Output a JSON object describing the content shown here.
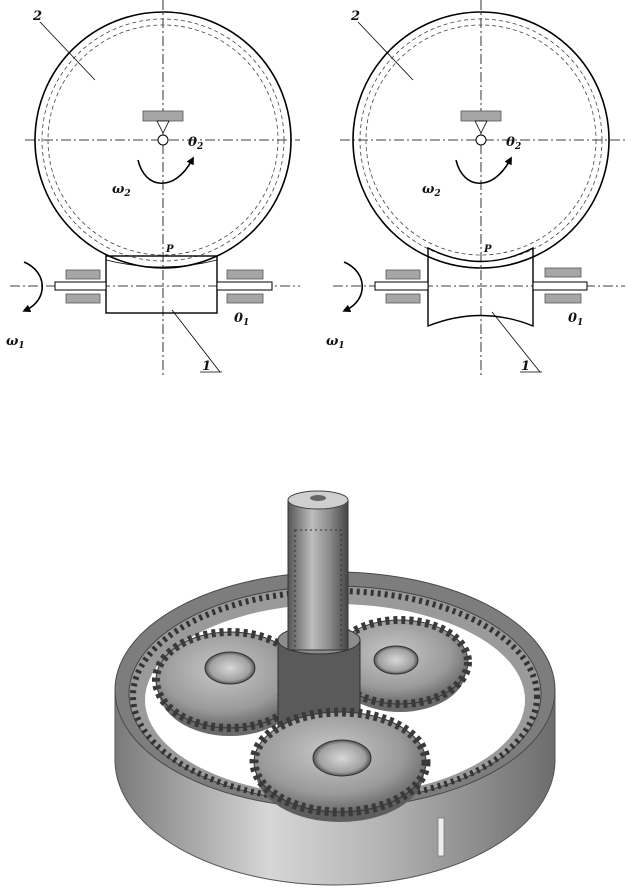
{
  "diagrams": [
    {
      "label_gear": "2",
      "label_pinion": "1",
      "label_center_gear": "0",
      "label_center_gear_sub": "2",
      "label_center_pinion": "0",
      "label_center_pinion_sub": "1",
      "label_omega_gear": "ω",
      "label_omega_gear_sub": "2",
      "label_omega_pinion": "ω",
      "label_omega_pinion_sub": "1",
      "label_pitch_point": "P",
      "pinion_shape": "cylindrical"
    },
    {
      "label_gear": "2",
      "label_pinion": "1",
      "label_center_gear": "0",
      "label_center_gear_sub": "2",
      "label_center_pinion": "0",
      "label_center_pinion_sub": "1",
      "label_omega_gear": "ω",
      "label_omega_gear_sub": "2",
      "label_omega_pinion": "ω",
      "label_omega_pinion_sub": "1",
      "label_pitch_point": "P",
      "pinion_shape": "globoid"
    }
  ],
  "photo": {
    "subject": "planetary gear set",
    "planet_count": 3,
    "colors": {
      "metal_light": "#c9c9c9",
      "metal_dark": "#5c5c5c",
      "metal_mid": "#8e8e8e"
    }
  }
}
